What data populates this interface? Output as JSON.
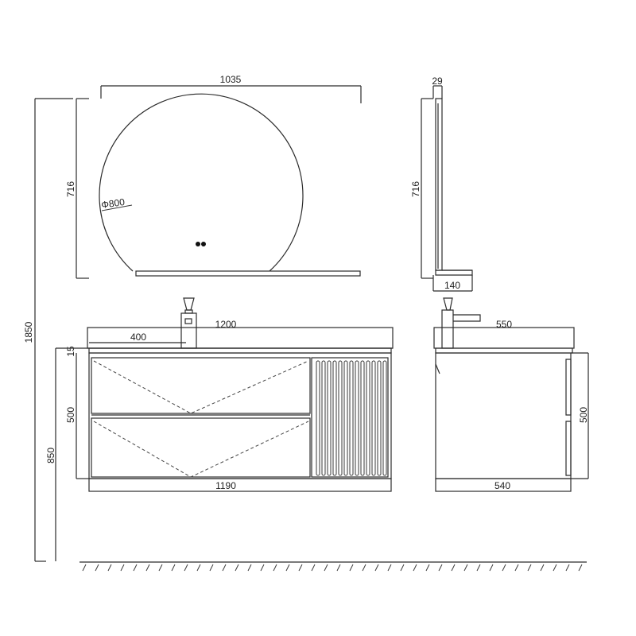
{
  "mirror": {
    "width": "1035",
    "height_front": "716",
    "diameter": "Φ800",
    "height_side": "716",
    "thickness": "29",
    "shelf_depth": "140"
  },
  "vanity": {
    "top_width": "1200",
    "basin_offset": "400",
    "top_thickness": "15",
    "drawer_height": "500",
    "floor_to_top": "850",
    "cabinet_width": "1190",
    "side_top_depth": "550",
    "side_drawer_height": "500",
    "side_cabinet_depth": "540"
  },
  "overall": {
    "total_height": "1850"
  }
}
